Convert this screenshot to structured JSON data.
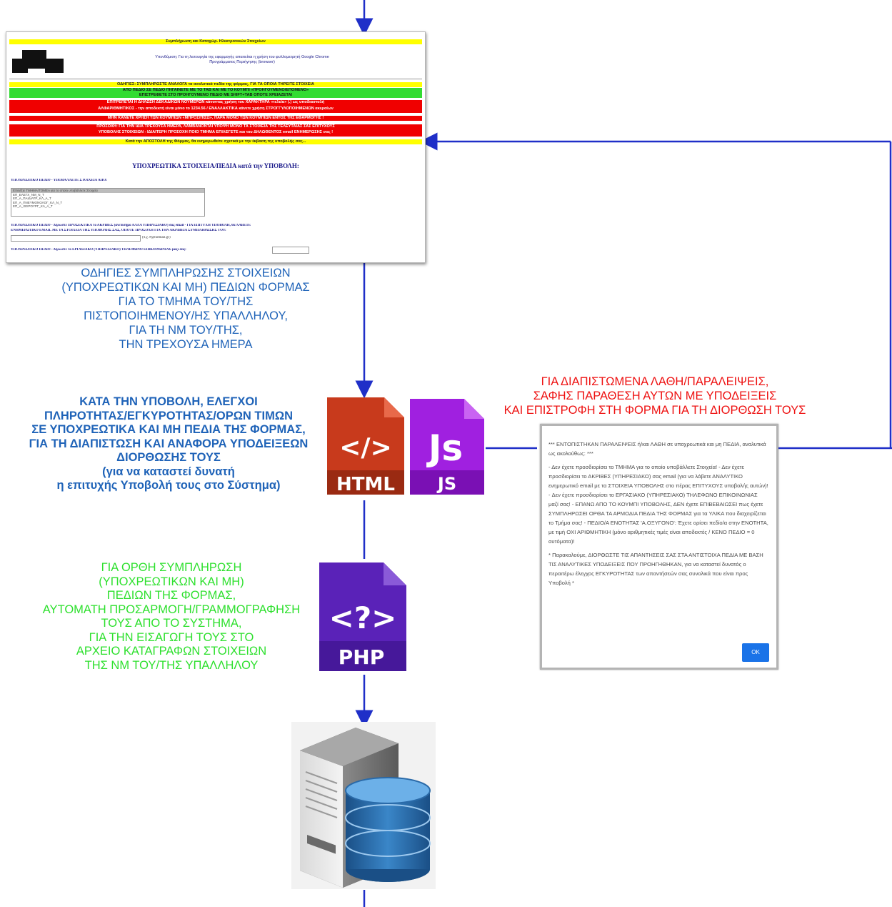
{
  "form_screenshot": {
    "header": "Συμπλήρωση και Καταχώρ. Ηλεκτρονικών Στοιχείων",
    "subtitle_line1": "Υπενθύμιση: Για τη λειτουργία της εφαρμογής απαιτείται η χρήση του φυλλομετρητή Google Chrome",
    "subtitle_line2": "Προγράμματος Περιήγησης (browser)",
    "instructions_yellow": "ΟΔΗΓΙΕΣ: ΣΥΜΠΛΗΡΩΣΤΕ ΑΝΑΛΟΓΑ τα αναλυτικά πεδία της φόρμας, ΓΙΑ ΤΑ ΟΠΟΙΑ ΤΗΡΕΙΤΕ ΣΤΟΙΧΕΙΑ",
    "instructions_green_1": "ΑΠΟ ΠΕΔΙΟ ΣΕ ΠΕΔΙΟ ΠΗΓΑΙΝΕΤΕ ΜΕ ΤΟ TAB ΚΑΙ ΜΕ ΤΟ ΚΟΥΜΠΙ «ΠΡΟΗΓΟΥΜΕΝΟ/ΕΠΟΜΕΝΟ»",
    "instructions_green_2": "ΕΠΙΣΤΡΕΦΕΤΕ ΣΤΟ ΠΡΟΗΓΟΥΜΕΝΟ ΠΕΔΙΟ ΜΕ SHIFT+TAB ΟΠΟΤΕ ΧΡΕΙΑΖΕΤΑΙ",
    "instructions_red_1": "ΕΠΙΤΡΕΠΕΤΑΙ Η ΔΗΛΩΣΗ ΔΕΚΑΔΙΚΩΝ ΝΟΥΜΕΡΩΝ κάνοντας χρήση του ΧΑΡΑΚΤΗΡΑ «τελεία» (.) ως υποδιαστολή",
    "instructions_red_2": "ΑΛΦΑΡΙΘΜΗΤΙΚΟΣ - την αποδεκτή είναι μόνο το 1234.56 / ΕΝΑΛΛΑΚΤΙΚΑ κάνετε χρήση ΣΤΡΟΓΓΥΛΟΠΟΙΗΜΕΝΩΝ ακεραίων",
    "instructions_red_3": "ΜΗΝ ΚΑΝΕΤΕ ΧΡΗΣΗ ΤΩΝ ΚΟΥΜΠΙΩΝ «ΜΠΡΟΣ/ΠΙΣΩ», ΠΑΡΑ ΜΟΝΟ ΤΩΝ ΚΟΥΜΠΙΩΝ ΕΝΤΟΣ ΤΗΣ ΕΦΑΡΜΟΓΗΣ !",
    "instructions_red_4": "ΠΡΟΣΟΧΗ: ΓΙΑ ΤΗΝ ΙΔΙΑ ΤΡΕΧΟΥΣΑ ΗΜΕΡΑ, ΛΑΜΒΑΝΟΝΤΑΙ ΥΠΟΨΗ ΜΟΝΟ ΤΑ ΣΤΟΙΧΕΙΑ ΤΗΣ ΤΕΛΕΥΤΑΙΑΣ ΣΑΣ ΕΠΙΤΥΧΟΥΣ",
    "instructions_red_5": "ΥΠΟΒΟΛΗΣ ΣΤΟΙΧΕΙΩΝ - ΙΔΙΑΙΤΕΡΗ ΠΡΟΣΟΧΗ ΠΟΙΟ ΤΜΗΜΑ ΕΠΙΛΕΓΕΤΕ και του ΔΗΛΩΘΕΝΤΟΣ email ΕΝΗΜΕΡΩΣΗΣ σας !",
    "instructions_yellow_2": "Κατά την ΑΠΟΣΤΟΛΗ της Φόρμας, θα ενημερωθείτε σχετικά με την έκβαση της υποβολής σας...",
    "required_title": "ΥΠΟΧΡΕΩΤΙΚΑ ΣΤΟΙΧΕΙΑ/ΠΕΔΙΑ κατά την ΥΠΟΒΟΛΗ:",
    "field_department_label": "ΥΠΟΧΡΕΩΤΙΚΟ ΠΕΔΙΟ - ΥΠΟΒΑΛΛΕΤΕ ΣΤΟΙΧΕΙΑ ΑΠΟ:",
    "department_options": [
      "Επιλέξτε ΤΜΗΜΑ/ΤΟΜΕΑ για το οποίο υποβάλλετε Στοιχεία",
      "ΕΠ_ΕΛΕΓΧ_ΝΜ_Ν_Τ",
      "ΕΠ_Α_ΠΑΙΔΙΑΤΡ_ΚΛ_Α_Τ",
      "ΕΠ_Α_ΠΝΕΥΜΟΝΟΛΟΓ_ΚΛ_Ν_Τ",
      "ΕΠ_Α_ΧΕΙΡΟΥΡΓ_ΚΛ_Α_Τ"
    ],
    "field_email_label": "ΥΠΟΧΡΕΩΤΙΚΟ ΠΕΔΙΟ - Δηλώστε ΠΡΟΣΕΚΤΙΚΑ το ΑΚΡΙΒΕΣ (ανεπίσημο ΑΛΛΑ ΥΠΗΡΕΣΙΑΚΟ) σας email - ΓΙΑ ΕΠΙΤΥΧΗ ΥΠΟΒΟΛΗ, θα ΛΑΒΕΤΕ",
    "field_email_label_2": "ΕΝΗΜΕΡΩΤΙΚΟ EMAIL ΜΕ ΤΑ ΣΤΟΙΧΕΙΑ ΤΗΣ ΥΠΟΒΟΛΗΣ ΣΑΣ, ΟΠΟΤΕ ΠΡΟΣΟΧΗ ΓΙΑ ΤΗΝ ΑΚΡΙΒΕΙΑ ΣΥΜΠΛΗΡΩΣΗΣ ΤΟΥ:",
    "email_hint": "(π.χ. #@hotmail.gr)",
    "field_phone_label": "ΥΠΟΧΡΕΩΤΙΚΟ ΠΕΔΙΟ - Δηλώστε το ΕΡΓΑΣΙΑΚΟ (ΥΠΗΡΕΣΙΑΚΟ) ΤΗΛΕΦΩΝΟ ΕΠΙΚΟΙΝΩΝΙΑΣ μαζί σας:"
  },
  "text_instructions": [
    "ΟΔΗΓΙΕΣ ΣΥΜΠΛΗΡΩΣΗΣ ΣΤΟΙΧΕΙΩΝ",
    "(ΥΠΟΧΡΕΩΤΙΚΩΝ ΚΑΙ ΜΗ) ΠΕΔΙΩΝ ΦΟΡΜΑΣ",
    "ΓΙΑ ΤΟ ΤΜΗΜΑ ΤΟΥ/ΤΗΣ",
    "ΠΙΣΤΟΠΟΙΗΜΕΝΟΥ/ΗΣ ΥΠΑΛΛΗΛΟΥ,",
    "ΓΙΑ ΤΗ ΝΜ ΤΟΥ/ΤΗΣ,",
    "ΤΗΝ ΤΡΕΧΟΥΣΑ ΗΜΕΡΑ"
  ],
  "text_validation": [
    "ΚΑΤΑ ΤΗΝ ΥΠΟΒΟΛΗ, ΕΛΕΓΧΟΙ",
    "ΠΛΗΡΟΤΗΤΑΣ/ΕΓΚΥΡΟΤΗΤΑΣ/ΟΡΩΝ ΤΙΜΩΝ",
    "ΣΕ ΥΠΟΧΡΕΩΤΙΚΑ ΚΑΙ ΜΗ ΠΕΔΙΑ ΤΗΣ ΦΟΡΜΑΣ,",
    "ΓΙΑ ΤΗ ΔΙΑΠΙΣΤΩΣΗ ΚΑΙ ΑΝΑΦΟΡΑ ΥΠΟΔΕΙΞΕΩΝ",
    "ΔΙΟΡΘΩΣΗΣ ΤΟΥΣ",
    "(για να καταστεί δυνατή",
    "η επιτυχής Υποβολή τους στο Σύστημα)"
  ],
  "text_errors": [
    "ΓΙΑ ΔΙΑΠΙΣΤΩΜΕΝΑ ΛΑΘΗ/ΠΑΡΑΛΕΙΨΕΙΣ,",
    "ΣΑΦΗΣ ΠΑΡΑΘΕΣΗ ΑΥΤΩΝ ΜΕ ΥΠΟΔΕΙΞΕΙΣ",
    "ΚΑΙ ΕΠΙΣΤΡΟΦΗ ΣΤΗ ΦΟΡΜΑ ΓΙΑ ΤΗ ΔΙΟΡΘΩΣΗ ΤΟΥΣ"
  ],
  "text_php": [
    "ΓΙΑ ΟΡΘΗ ΣΥΜΠΛΗΡΩΣΗ",
    "(ΥΠΟΧΡΕΩΤΙΚΩΝ ΚΑΙ ΜΗ)",
    "ΠΕΔΙΩΝ ΤΗΣ ΦΟΡΜΑΣ,",
    "ΑΥΤΟΜΑΤΗ ΠΡΟΣΑΡΜΟΓΗ/ΓΡΑΜΜΟΓΡΑΦΗΣΗ",
    "ΤΟΥΣ ΑΠΟ ΤΟ ΣΥΣΤΗΜΑ,",
    "ΓΙΑ ΤΗΝ ΕΙΣΑΓΩΓΗ ΤΟΥΣ ΣΤΟ",
    "ΑΡΧΕΙΟ ΚΑΤΑΓΡΑΦΩΝ ΣΤΟΙΧΕΙΩΝ",
    "ΤΗΣ ΝΜ ΤΟΥ/ΤΗΣ ΥΠΑΛΛΗΛΟΥ"
  ],
  "dialog": {
    "paragraphs": [
      "*** ΕΝΤΟΠΙΣΤΗΚΑΝ ΠΑΡΑΛΕΙΨΕΙΣ ή/και ΛΑΘΗ σε υποχρεωτικά και μη ΠΕΔΙΑ, αναλυτικά ως ακολούθως: ***",
      "- Δεν έχετε προσδιορίσει το ΤΜΗΜΑ για το οποίο υποβάλλετε Στοιχεία! - Δεν έχετε προσδιορίσει το ΑΚΡΙΒΕΣ (ΥΠΗΡΕΣΙΑΚΟ) σας email (για να λάβετε ΑΝΑΛΥΤΙΚΟ ενημερωτικό email με τα ΣΤΟΙΧΕΙΑ ΥΠΟΒΟΛΗΣ στο πέρας ΕΠΙΤΥΧΟΥΣ υποβολής αυτών)! - Δεν έχετε προσδιορίσει το ΕΡΓΑΣΙΑΚΟ (ΥΠΗΡΕΣΙΑΚΟ) ΤΗΛΕΦΩΝΟ ΕΠΙΚΟΙΝΩΝΙΑΣ μαζί σας! - ΕΠΑΝΩ ΑΠΟ ΤΟ ΚΟΥΜΠΙ ΥΠΟΒΟΛΗΣ, ΔΕΝ έχετε ΕΠΙΒΕΒΑΙΩΣΕΙ πως έχετε ΣΥΜΠΛΗΡΩΣΕΙ ΟΡΘΑ ΤΑ ΑΡΜΟΔΙΑ ΠΕΔΙΑ ΤΗΣ ΦΟΡΜΑΣ για τα ΥΛΙΚΑ που διαχειρίζεται το Τμήμα σας! - ΠΕΔΙΟ/Α ΕΝΟΤΗΤΑΣ 'Α.ΟΞΥΓΟΝΟ': Έχετε ορίσει πεδίο/α στην ΕΝΟΤΗΤΑ, με τιμή ΟΧΙ ΑΡΙΘΜΗΤΙΚΗ (μόνο αριθμητικές τιμές είναι αποδεκτές / ΚΕΝΟ ΠΕΔΙΟ = 0 αυτόματα)!",
      "* Παρακαλούμε, ΔΙΟΡΘΩΣΤΕ ΤΙΣ ΑΠΑΝΤΗΣΕΙΣ ΣΑΣ ΣΤΑ ΑΝΤΙΣΤΟΙΧΑ ΠΕΔΙΑ ΜΕ ΒΑΣΗ ΤΙΣ ΑΝΑΛΥΤΙΚΕΣ ΥΠΟΔΕΙΞΕΙΣ ΠΟΥ ΠΡΟΗΓΗΘΗΚΑΝ, για να καταστεί δυνατός ο περαιτέρω έλεγχος ΕΓΚΥΡΟΤΗΤΑΣ των απαντήσεών σας συνολικά που είναι προς Υποβολή *"
    ],
    "ok_label": "OK"
  },
  "icons": {
    "html": {
      "symbol": "</>",
      "label": "HTML"
    },
    "js": {
      "symbol": "Js",
      "label": "JS"
    },
    "php": {
      "symbol": "<?>",
      "label": "PHP"
    }
  },
  "colors": {
    "arrow": "#1f2fc8",
    "blue_text": "#1f63b8",
    "red_text": "#ee1111",
    "green_text": "#2ee02e",
    "html_red": "#c83a1c",
    "js_purple": "#a020e0",
    "php_purple": "#5a22b8"
  }
}
